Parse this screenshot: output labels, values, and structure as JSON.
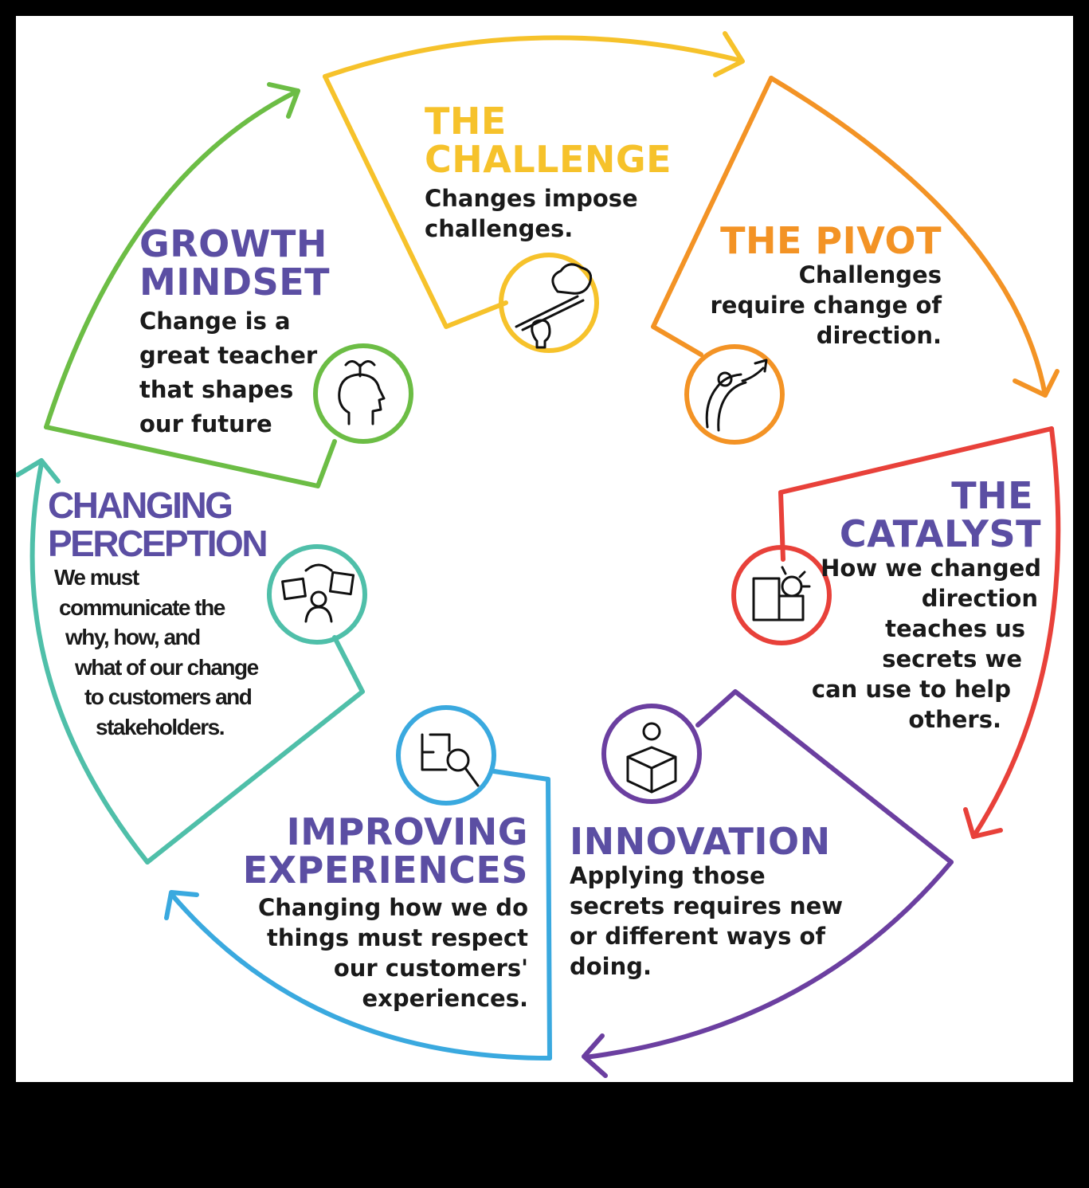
{
  "colors": {
    "challenge": "#f6c22b",
    "pivot": "#f39325",
    "catalyst": "#e8413a",
    "innovation": "#6b3fa0",
    "experiences": "#3aa9df",
    "perception": "#4fbfa9",
    "growth": "#6cbd45",
    "heading_purple": "#5b4ea3",
    "text": "#1a1a1a"
  },
  "stages": [
    {
      "id": "challenge",
      "title_lines": [
        "THE",
        "CHALLENGE"
      ],
      "desc_lines": [
        "Changes impose",
        "challenges."
      ],
      "icon": "seesaw-lightbulb-icon"
    },
    {
      "id": "pivot",
      "title_lines": [
        "THE PIVOT"
      ],
      "desc_lines": [
        "Challenges",
        "require change of",
        "direction."
      ],
      "icon": "road-arrow-icon"
    },
    {
      "id": "catalyst",
      "title_lines": [
        "THE",
        "CATALYST"
      ],
      "desc_lines": [
        "How we changed",
        "direction",
        "teaches us",
        "secrets we",
        "can use to help",
        "others."
      ],
      "icon": "puzzle-lightbulb-icon"
    },
    {
      "id": "innovation",
      "title_lines": [
        "INNOVATION"
      ],
      "desc_lines": [
        "Applying those",
        "secrets requires new",
        "or different ways of",
        "doing."
      ],
      "icon": "box-lightbulb-icon"
    },
    {
      "id": "experiences",
      "title_lines": [
        "IMPROVING",
        "EXPERIENCES"
      ],
      "desc_lines": [
        "Changing how we do",
        "things must respect",
        "our customers'",
        "experiences."
      ],
      "icon": "maze-magnifier-icon"
    },
    {
      "id": "perception",
      "title_lines": [
        "CHANGING",
        "PERCEPTION"
      ],
      "desc_lines": [
        "We must",
        "communicate the",
        "why, how, and",
        "what of our change",
        "to customers and",
        "stakeholders."
      ],
      "icon": "person-screens-icon"
    },
    {
      "id": "growth",
      "title_lines": [
        "GROWTH",
        "MINDSET"
      ],
      "desc_lines": [
        "Change is a",
        "great teacher",
        "that shapes",
        "our future"
      ],
      "icon": "head-plant-icon"
    }
  ]
}
